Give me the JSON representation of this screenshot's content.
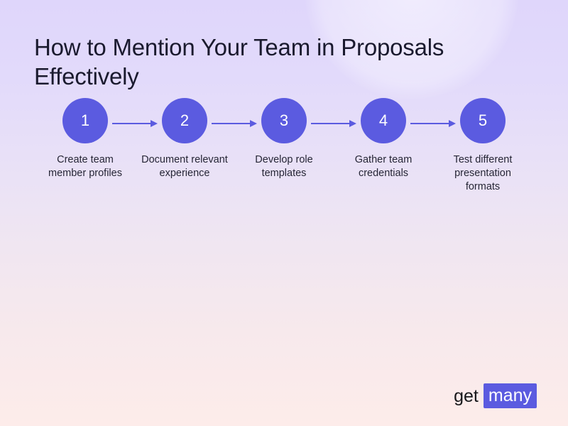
{
  "slide": {
    "title": "How to Mention Your Team in Proposals Effectively",
    "background": {
      "top_color": "#DFD6FB",
      "bottom_color": "#FDECEA"
    },
    "accent_color": "#5B5BE0",
    "title_color": "#1A1A2E"
  },
  "flow": {
    "type": "horizontal-step-flow",
    "arrow_color": "#5B5BE0",
    "steps": [
      {
        "number": "1",
        "label": "Create team member profiles"
      },
      {
        "number": "2",
        "label": "Document relevant experience"
      },
      {
        "number": "3",
        "label": "Develop role templates"
      },
      {
        "number": "4",
        "label": "Gather team credentials"
      },
      {
        "number": "5",
        "label": "Test different presentation formats"
      }
    ]
  },
  "logo": {
    "primary_text": "get",
    "highlight_text": "many",
    "highlight_bg": "#5B5BE0",
    "highlight_fg": "#FFFFFF"
  }
}
